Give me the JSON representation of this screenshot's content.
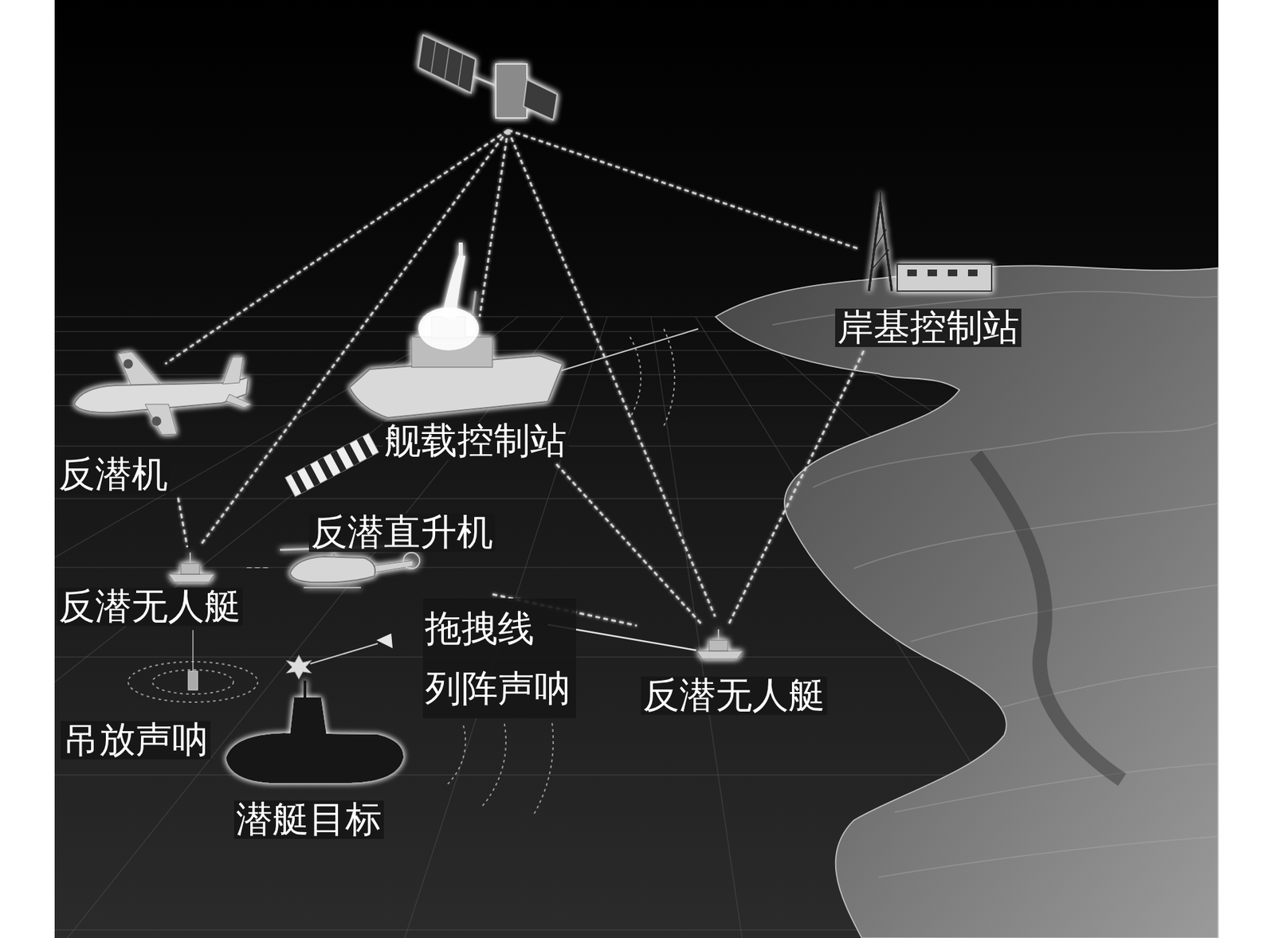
{
  "diagram": {
    "nodes": [
      {
        "text": [
          "岸基控制站"
        ]
      },
      {
        "text": [
          "舰载控制站"
        ]
      },
      {
        "text": [
          "反潜机"
        ]
      },
      {
        "text": [
          "反潜直升机"
        ]
      },
      {
        "text": [
          "反潜无人艇"
        ]
      },
      {
        "text": [
          "反潜无人艇"
        ]
      },
      {
        "text": [
          "潜艇目标"
        ]
      }
    ],
    "edges": [
      {
        "from": 2,
        "to": 4,
        "arrow": "none"
      },
      {
        "from": 4,
        "to": 3,
        "arrow": "none"
      },
      {
        "from": 3,
        "to": 5,
        "arrow": "none"
      },
      {
        "from": 1,
        "to": 5,
        "arrow": "none"
      },
      {
        "from": 0,
        "to": 5,
        "arrow": "none"
      }
    ],
    "labels": [
      "拖拽线 列阵声呐",
      "吊放声呐"
    ]
  }
}
